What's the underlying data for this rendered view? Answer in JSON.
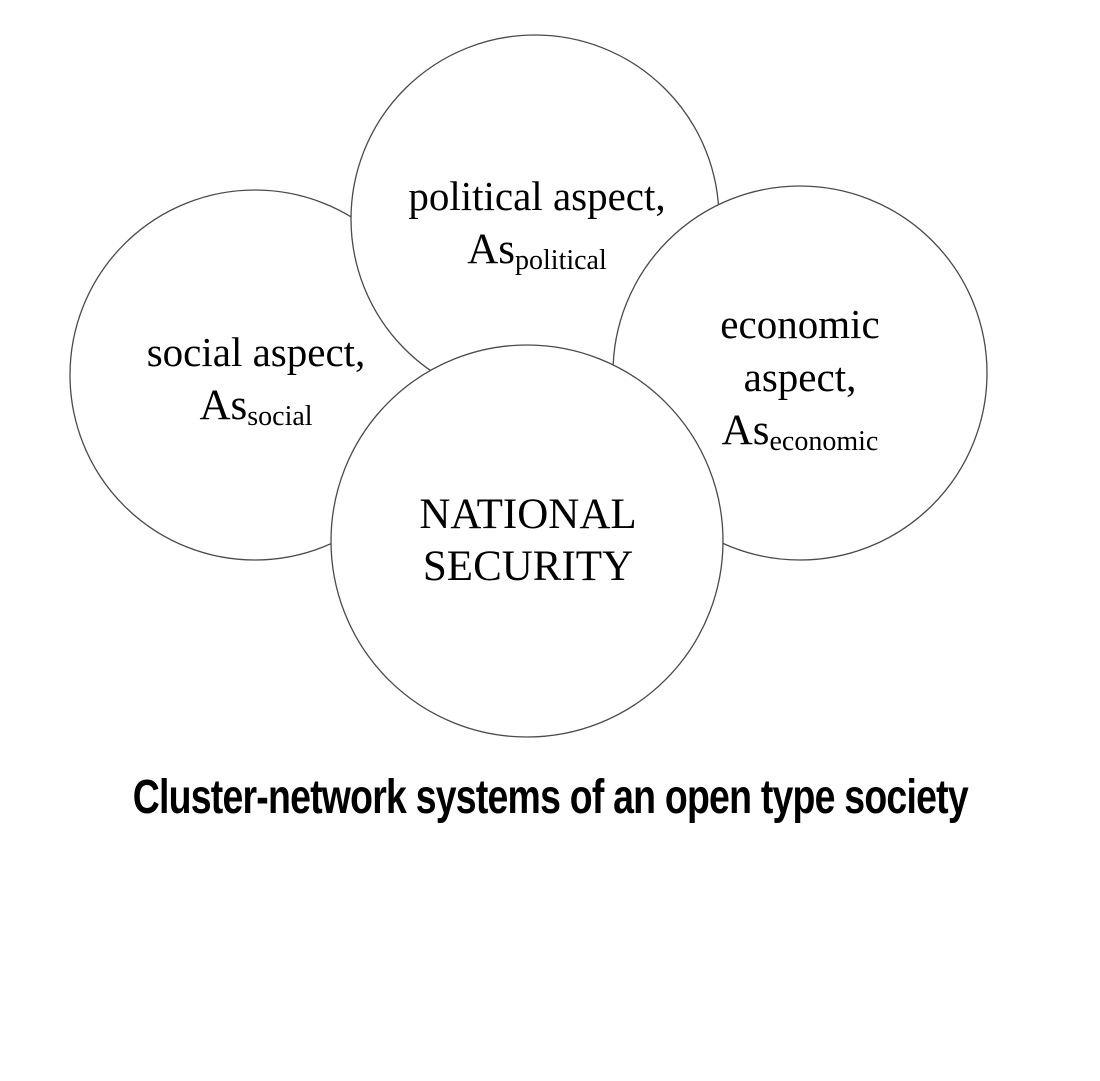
{
  "diagram": {
    "caption": "Cluster-network systems of an open type society",
    "circles": {
      "political": {
        "lines": [
          "political aspect,"
        ],
        "as_label": {
          "main": "As",
          "sub": "political"
        }
      },
      "social": {
        "lines": [
          "social aspect,"
        ],
        "as_label": {
          "main": "As",
          "sub": "social"
        }
      },
      "economic": {
        "lines": [
          "economic",
          "aspect,"
        ],
        "as_label": {
          "main": "As",
          "sub": "economic"
        }
      },
      "national_security": {
        "lines": [
          "NATIONAL",
          "SECURITY"
        ]
      }
    },
    "colors": {
      "background": "#ffffff",
      "circle_fill": "#ffffff",
      "circle_stroke": "#4a4a4a",
      "text": "#000000"
    }
  }
}
